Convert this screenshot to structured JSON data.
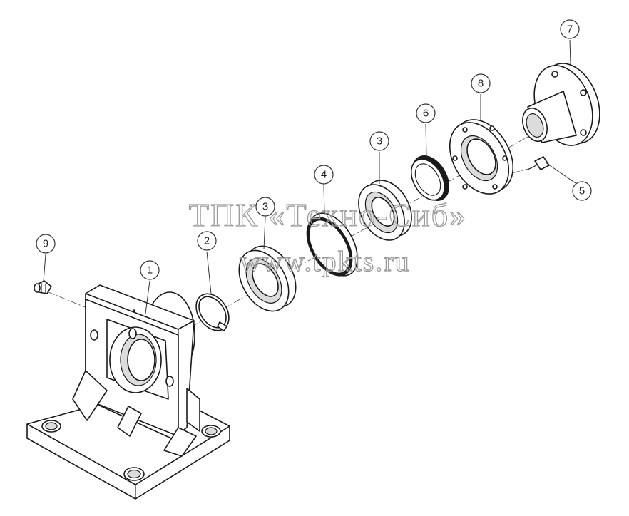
{
  "watermark": {
    "line1": "ТПК «Техно-Сиб»",
    "line2": "www.tpkts.ru"
  },
  "callouts": [
    {
      "label": "1"
    },
    {
      "label": "2"
    },
    {
      "label": "3"
    },
    {
      "label": "3"
    },
    {
      "label": "4"
    },
    {
      "label": "5"
    },
    {
      "label": "6"
    },
    {
      "label": "7"
    },
    {
      "label": "8"
    },
    {
      "label": "9"
    }
  ]
}
